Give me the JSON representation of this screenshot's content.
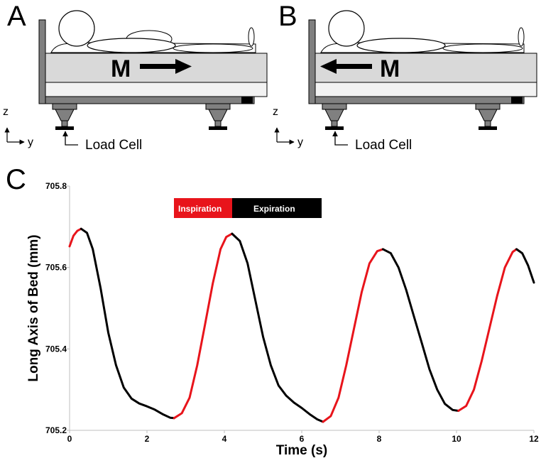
{
  "panels": {
    "a": {
      "letter": "A",
      "mass": "M",
      "load_cell": "Load Cell",
      "z": "z",
      "y": "y"
    },
    "b": {
      "letter": "B",
      "mass": "M",
      "load_cell": "Load Cell",
      "z": "z",
      "y": "y"
    },
    "c": {
      "letter": "C"
    }
  },
  "colors": {
    "inspiration": "#e8141b",
    "expiration": "#000000",
    "bed_gray": "#d9d9d9",
    "frame_gray": "#808080"
  },
  "chart_data": {
    "type": "line",
    "xlabel": "Time (s)",
    "ylabel": "Long Axis of Bed (mm)",
    "xlim": [
      0,
      12
    ],
    "ylim": [
      705.2,
      705.8
    ],
    "xticks": [
      "0",
      "2",
      "4",
      "6",
      "8",
      "10",
      "12"
    ],
    "yticks": [
      "705.2",
      "705.4",
      "705.6",
      "705.8"
    ],
    "legend": [
      {
        "name": "Inspiration",
        "color": "#e8141b"
      },
      {
        "name": "Expiration",
        "color": "#000000"
      }
    ],
    "segments": [
      {
        "phase": "Inspiration",
        "x": [
          0.0,
          0.1,
          0.2,
          0.3
        ],
        "y": [
          705.652,
          705.678,
          705.69,
          705.695
        ]
      },
      {
        "phase": "Expiration",
        "x": [
          0.3,
          0.45,
          0.6,
          0.8,
          1.0,
          1.2,
          1.4,
          1.6,
          1.8,
          2.0,
          2.2,
          2.4,
          2.6,
          2.7
        ],
        "y": [
          705.695,
          705.685,
          705.645,
          705.55,
          705.44,
          705.36,
          705.305,
          705.278,
          705.266,
          705.259,
          705.251,
          705.24,
          705.231,
          705.23
        ]
      },
      {
        "phase": "Inspiration",
        "x": [
          2.7,
          2.9,
          3.1,
          3.3,
          3.5,
          3.7,
          3.9,
          4.05,
          4.2
        ],
        "y": [
          705.23,
          705.242,
          705.28,
          705.36,
          705.46,
          705.56,
          705.645,
          705.675,
          705.683
        ]
      },
      {
        "phase": "Expiration",
        "x": [
          4.2,
          4.4,
          4.6,
          4.8,
          5.0,
          5.2,
          5.4,
          5.6,
          5.8,
          6.0,
          6.2,
          6.4,
          6.55
        ],
        "y": [
          705.683,
          705.665,
          705.61,
          705.52,
          705.43,
          705.36,
          705.31,
          705.285,
          705.268,
          705.255,
          705.24,
          705.227,
          705.221
        ]
      },
      {
        "phase": "Inspiration",
        "x": [
          6.55,
          6.75,
          6.95,
          7.15,
          7.35,
          7.55,
          7.75,
          7.95,
          8.1
        ],
        "y": [
          705.221,
          705.235,
          705.28,
          705.36,
          705.45,
          705.54,
          705.61,
          705.64,
          705.645
        ]
      },
      {
        "phase": "Expiration",
        "x": [
          8.1,
          8.3,
          8.5,
          8.7,
          8.9,
          9.1,
          9.3,
          9.5,
          9.7,
          9.9,
          10.05
        ],
        "y": [
          705.645,
          705.635,
          705.6,
          705.545,
          705.48,
          705.415,
          705.35,
          705.3,
          705.265,
          705.25,
          705.248
        ]
      },
      {
        "phase": "Inspiration",
        "x": [
          10.05,
          10.25,
          10.45,
          10.65,
          10.85,
          11.05,
          11.25,
          11.45,
          11.55
        ],
        "y": [
          705.248,
          705.26,
          705.3,
          705.37,
          705.45,
          705.53,
          705.6,
          705.638,
          705.645
        ]
      },
      {
        "phase": "Expiration",
        "x": [
          11.55,
          11.7,
          11.85,
          12.0
        ],
        "y": [
          705.645,
          705.635,
          705.605,
          705.563
        ]
      }
    ]
  }
}
